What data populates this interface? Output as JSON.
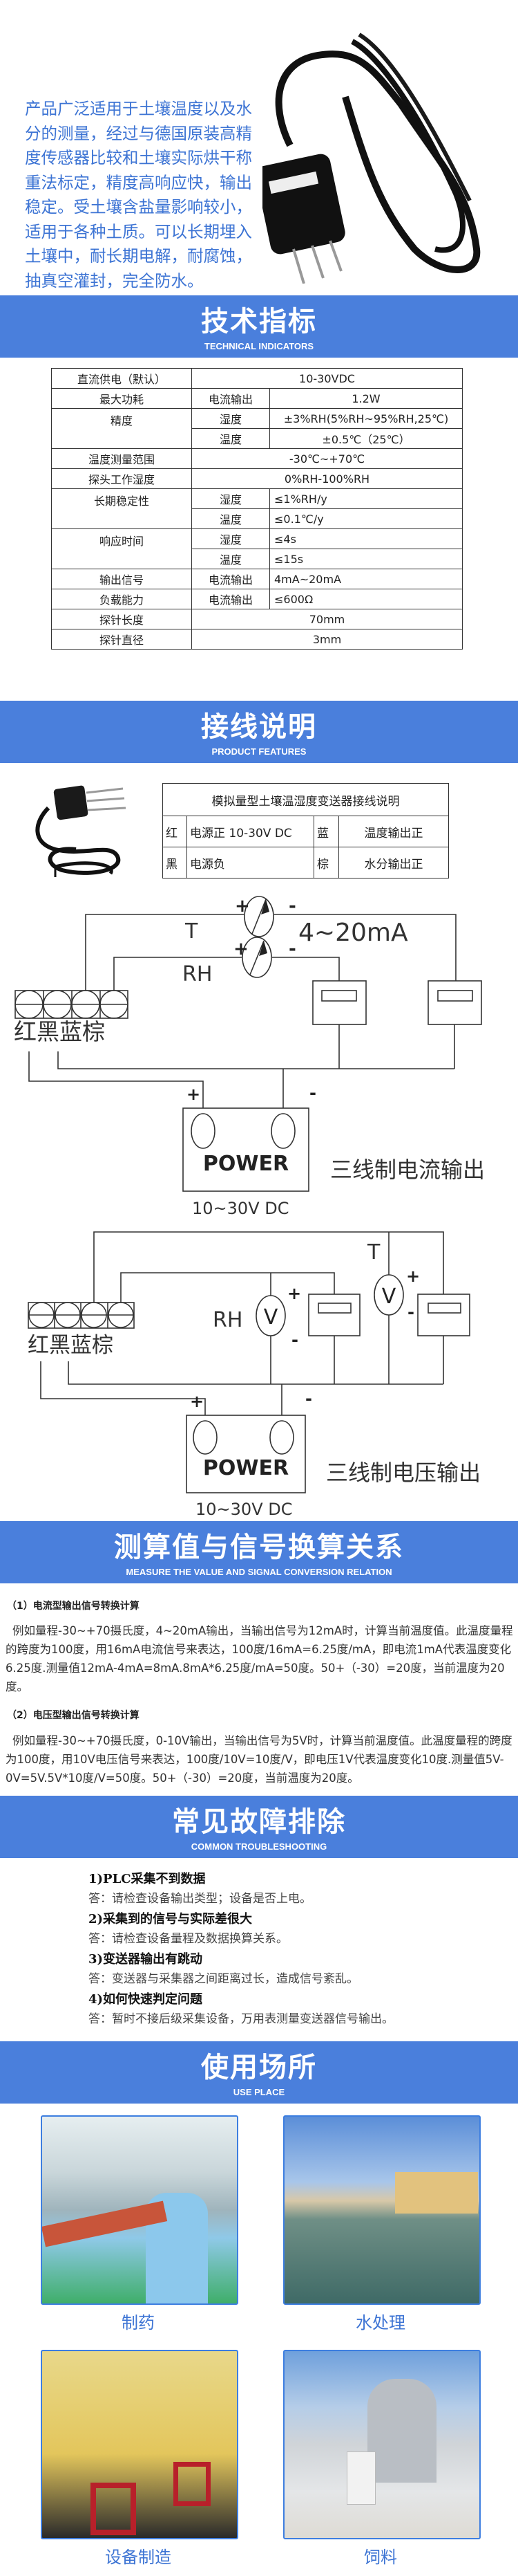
{
  "intro": {
    "text": "产品广泛适用于土壤温度以及水分的测量，经过与德国原装高精度传感器比较和土壤实际烘干称重法标定，精度高响应快，输出稳定。受土壤含盐量影响较小，适用于各种土质。可以长期埋入土壤中，耐长期电解，耐腐蚀，抽真空灌封，完全防水。"
  },
  "sections": {
    "tech": {
      "title": "技术指标",
      "subtitle": "TECHNICAL INDICATORS"
    },
    "wiring": {
      "title": "接线说明",
      "subtitle": "PRODUCT FEATURES"
    },
    "calc": {
      "title": "测算值与信号换算关系",
      "subtitle": "MEASURE THE VALUE AND SIGNAL CONVERSION RELATION"
    },
    "trouble": {
      "title": "常见故障排除",
      "subtitle": "COMMON TROUBLESHOOTING"
    },
    "use": {
      "title": "使用场所",
      "subtitle": "USE PLACE"
    }
  },
  "spec_table": {
    "power_label": "直流供电（默认）",
    "power_value": "10-30VDC",
    "maxpower_label": "最大功耗",
    "maxpower_sub": "电流输出",
    "maxpower_value": "1.2W",
    "accuracy_label": "精度",
    "accuracy_hum": "湿度",
    "accuracy_hum_value": "±3%RH(5%RH~95%RH,25℃)",
    "accuracy_temp": "温度",
    "accuracy_temp_value": "±0.5℃（25℃）",
    "temprange_label": "温度测量范围",
    "temprange_value": "-30℃~+70℃",
    "probehum_label": "探头工作湿度",
    "probehum_value": "0%RH-100%RH",
    "stability_label": "长期稳定性",
    "stability_hum": "湿度",
    "stability_hum_value": "≤1%RH/y",
    "stability_temp": "温度",
    "stability_temp_value": "≤0.1℃/y",
    "response_label": "响应时间",
    "response_hum": "湿度",
    "response_hum_value": "≤4s",
    "response_temp": "温度",
    "response_temp_value": "≤15s",
    "output_label": "输出信号",
    "output_sub": "电流输出",
    "output_value": "4mA~20mA",
    "load_label": "负载能力",
    "load_sub": "电流输出",
    "load_value": "≤600Ω",
    "length_label": "探针长度",
    "length_value": "70mm",
    "diameter_label": "探针直径",
    "diameter_value": "3mm"
  },
  "wiring_table": {
    "title": "模拟量型土壤温湿度变送器接线说明",
    "rows": [
      {
        "c1": "红",
        "d1": "电源正 10-30V DC",
        "c2": "蓝",
        "d2": "温度输出正"
      },
      {
        "c1": "黑",
        "d1": "电源负",
        "c2": "棕",
        "d2": "水分输出正"
      }
    ]
  },
  "diagram_current": {
    "t_label": "T",
    "rh_label": "RH",
    "range_label": "4~20mA",
    "plus": "+",
    "minus": "-",
    "terminal_label": "红黑蓝棕",
    "power_label": "POWER",
    "mode_label": "三线制电流输出",
    "supply_label": "10~30V DC"
  },
  "diagram_voltage": {
    "t_label": "T",
    "rh_label": "RH",
    "v_label": "V",
    "plus": "+",
    "minus": "-",
    "terminal_label": "红黑蓝棕",
    "power_label": "POWER",
    "mode_label": "三线制电压输出",
    "supply_label": "10~30V DC"
  },
  "calc": {
    "h1": "（1）电流型输出信号转换计算",
    "p1": "例如量程-30~+70摄氏度，4~20mA输出，当输出信号为12mA时，计算当前温度值。此温度量程的跨度为100度，用16mA电流信号来表达，100度/16mA=6.25度/mA，即电流1mA代表温度变化6.25度.测量值12mA-4mA=8mA.8mA*6.25度/mA=50度。50+（-30）=20度，当前温度为20度。",
    "h2": "（2）电压型输出信号转换计算",
    "p2": "例如量程-30~+70摄氏度，0-10V输出，当输出信号为5V时，计算当前温度值。此温度量程的跨度为100度，用10V电压信号来表达，100度/10V=10度/V，即电压1V代表温度变化10度.测量值5V-0V=5V.5V*10度/V=50度。50+（-30）=20度，当前温度为20度。"
  },
  "troubleshooting": [
    {
      "q": "1)PLC采集不到数据",
      "a": "答：请检查设备输出类型；设备是否上电。"
    },
    {
      "q": "2)采集到的信号与实际差很大",
      "a": "答：请检查设备量程及数据换算关系。"
    },
    {
      "q": "3)变送器输出有跳动",
      "a": "答：变送器与采集器之间距离过长，造成信号紊乱。"
    },
    {
      "q": "4)如何快速判定问题",
      "a": "答：暂时不接后级采集设备，万用表测量变送器信号输出。"
    }
  ],
  "use_places": [
    {
      "label": "制药"
    },
    {
      "label": "水处理"
    },
    {
      "label": "设备制造"
    },
    {
      "label": "饲料"
    }
  ],
  "colors": {
    "banner": "#4a7fdc",
    "accent_text": "#3d74d4"
  }
}
